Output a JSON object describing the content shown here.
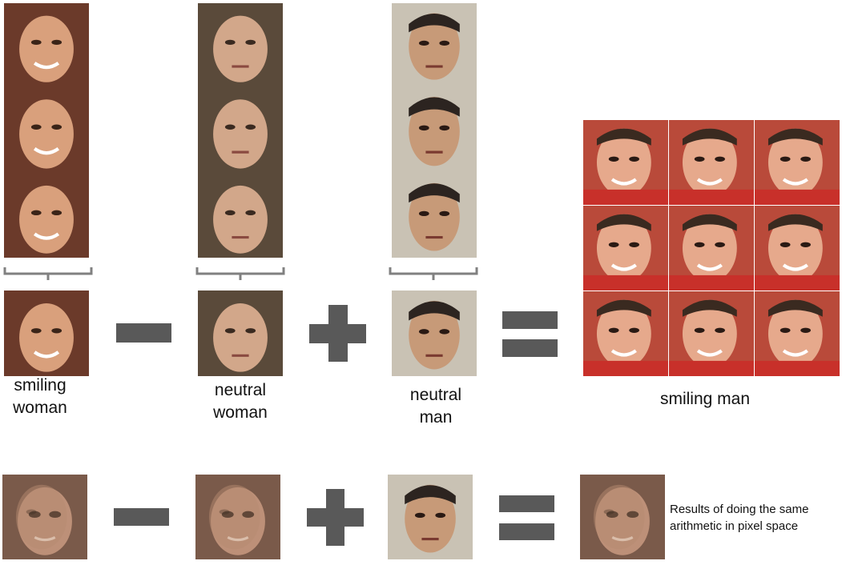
{
  "columns": [
    {
      "line1": "smiling",
      "line2": "woman"
    },
    {
      "line1": "neutral",
      "line2": "woman"
    },
    {
      "line1": "neutral",
      "line2": "man"
    }
  ],
  "result_label": "smiling man",
  "pixel_note": {
    "line1": "Results of doing the same",
    "line2": "arithmetic in pixel space"
  },
  "colors": {
    "operator": "#595959",
    "brace": "#808080"
  },
  "icons": [
    "minus-icon",
    "plus-icon",
    "equals-icon"
  ]
}
